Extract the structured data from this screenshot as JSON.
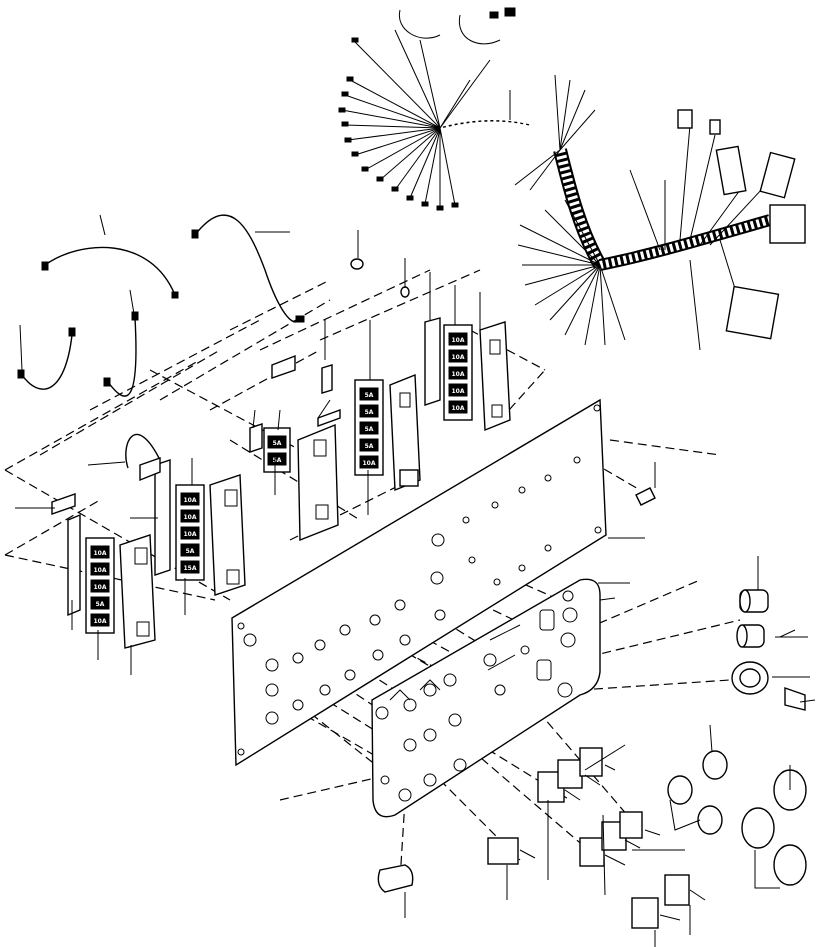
{
  "fuse_labels": {
    "block_top": [
      "10A",
      "10A",
      "10A",
      "10A",
      "10A"
    ],
    "block_mid": [
      "5A",
      "5A",
      "5A",
      "5A",
      "10A"
    ],
    "block_left_center": [
      "10A",
      "10A",
      "10A",
      "5A",
      "15A"
    ],
    "block_bottom_left": [
      "10A",
      "10A",
      "10A",
      "5A",
      "10A"
    ],
    "small_pair": [
      "5A",
      "5A"
    ]
  },
  "colors": {
    "ink": "#000000",
    "paper": "#ffffff"
  }
}
